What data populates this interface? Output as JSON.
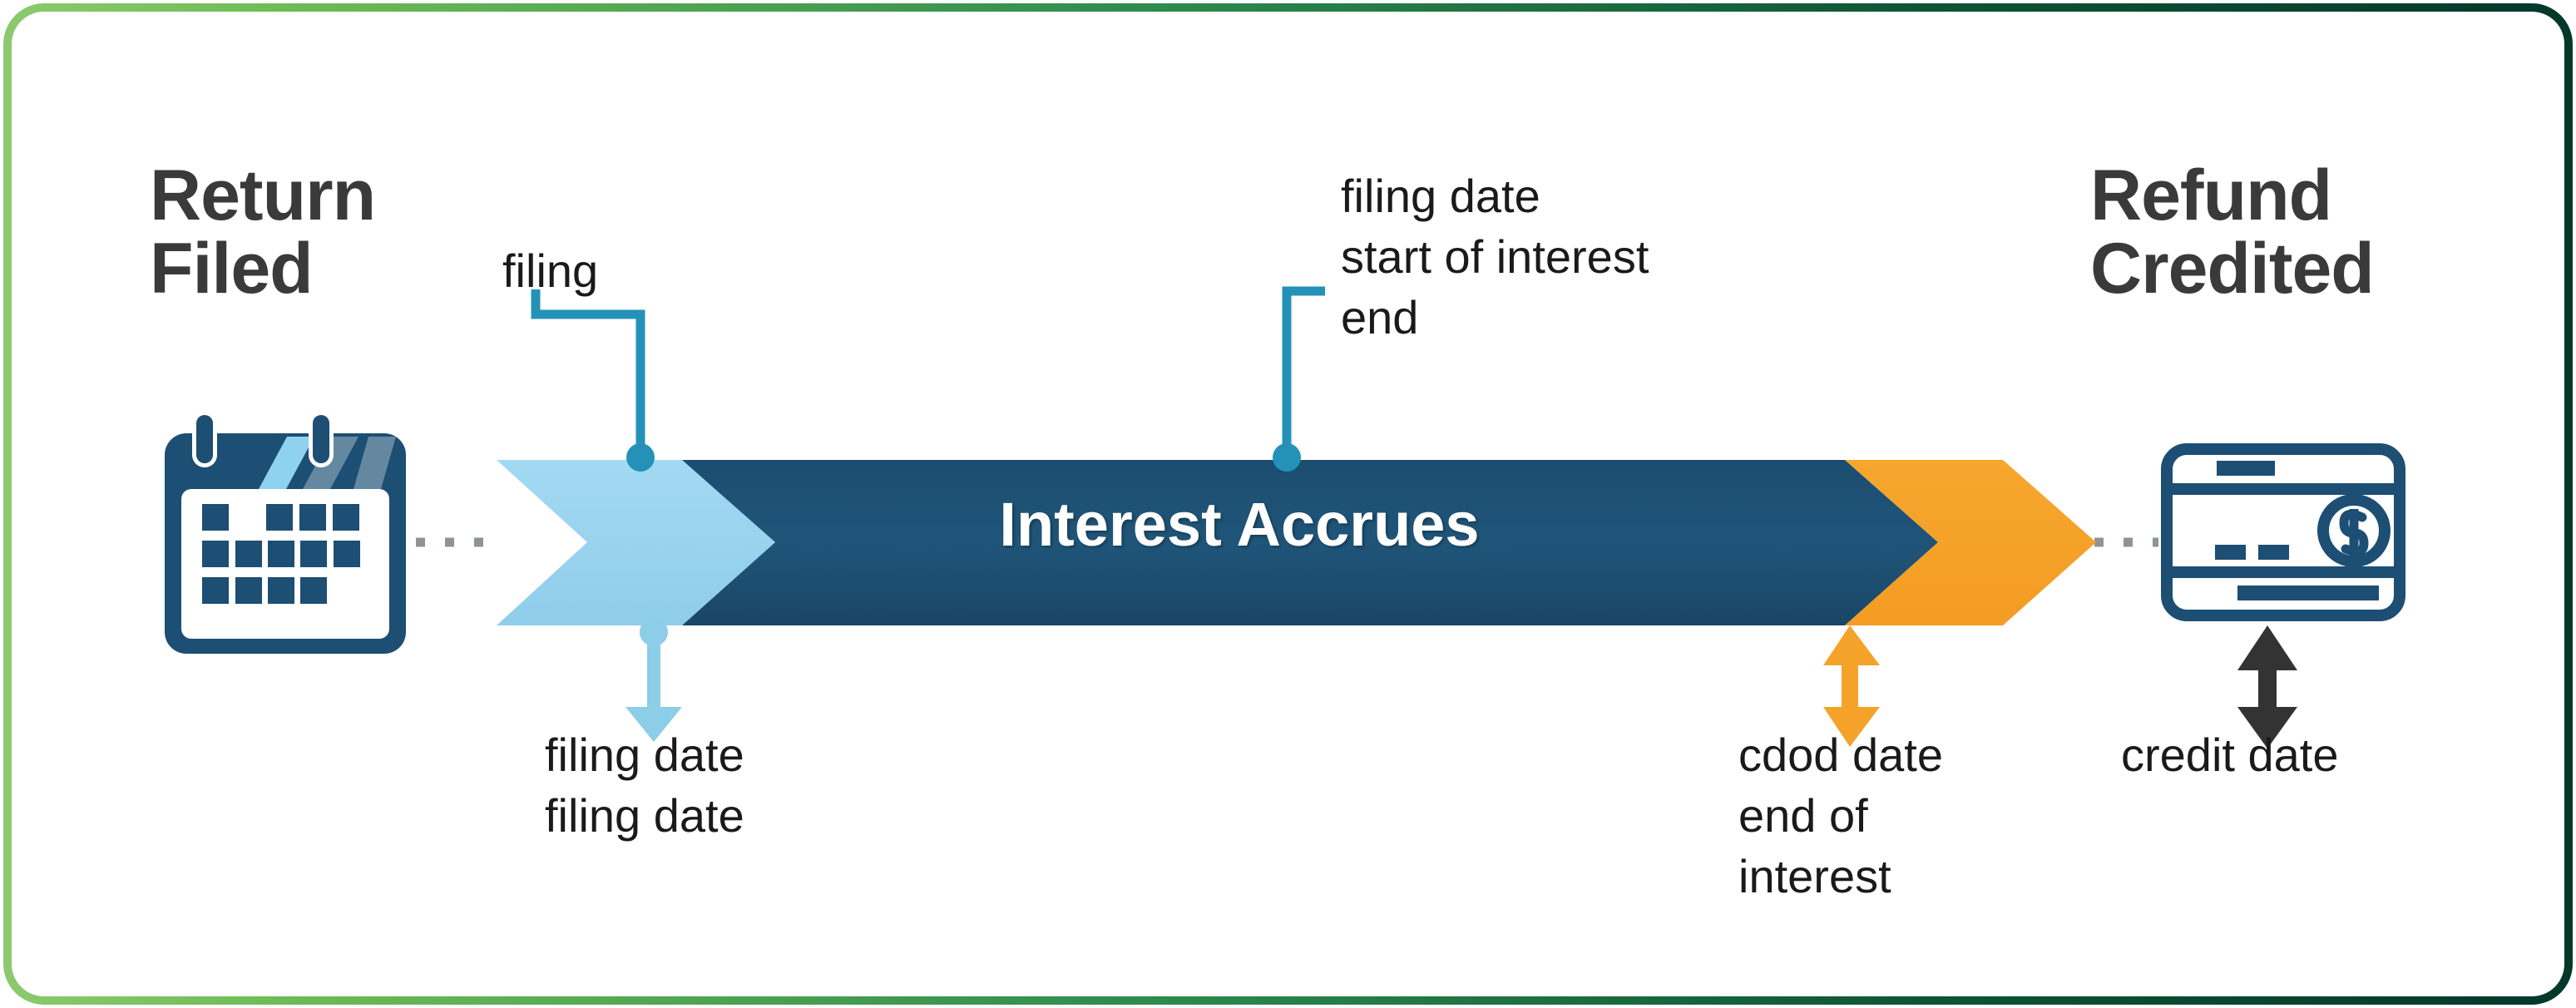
{
  "diagram": {
    "title_left": "Return\nFiled",
    "title_right": "Refund\nCredited",
    "bar_label": "Interest Accrues",
    "callouts": {
      "filing": "filing",
      "filing_date_start_of_interest_end": "filing date\n start of interest\nend",
      "filing_date_filing_date": "filing date\nfiling date",
      "cdod_date_end_of_interest": "cdod date\nend of\ninterest",
      "credit_date": "credit date"
    },
    "icons": {
      "left": "calendar-icon",
      "right": "credit-card-icon"
    },
    "colors": {
      "border_green_light": "#6fbd56",
      "border_green_dark": "#06412a",
      "bar_navy": "#1d4e73",
      "chevron_light_blue": "#9ad5ef",
      "chevron_orange": "#f5a22a",
      "connector_teal": "#2492b8",
      "arrow_light_blue": "#8ccde8",
      "arrow_orange": "#f5a22a",
      "arrow_black": "#333333",
      "icon_navy": "#1d4e73",
      "heading_gray": "#3a3a3a",
      "dotted_gray": "#8d9499"
    }
  }
}
